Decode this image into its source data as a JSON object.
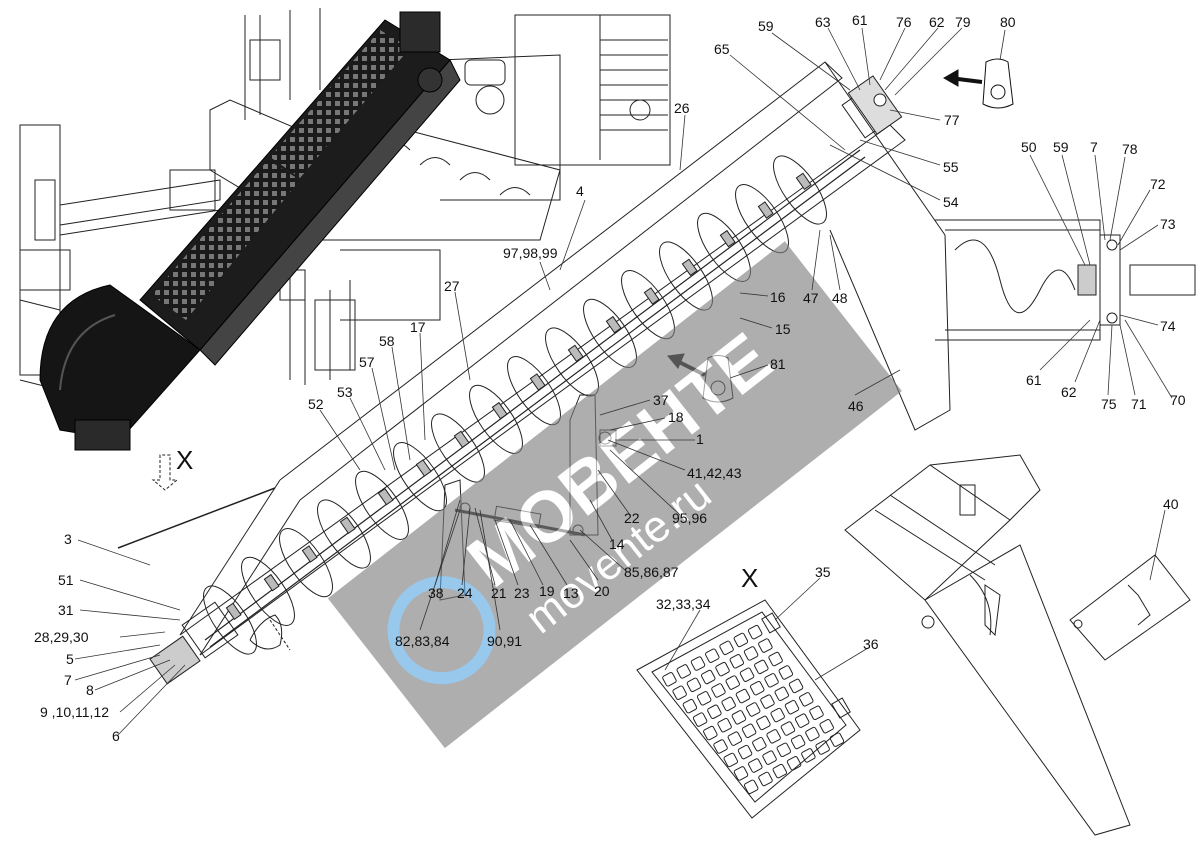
{
  "view_marker": "X",
  "watermark": {
    "line1": "МОВЕНТЕ",
    "line2": "movente.ru"
  },
  "labels": {
    "l3": "3",
    "l51": "51",
    "l31": "31",
    "l28": "28,29,30",
    "l5": "5",
    "l7": "7",
    "l8": "8",
    "l9": "9 ,10,11,12",
    "l6": "6",
    "l52": "52",
    "l53": "53",
    "l57": "57",
    "l58": "58",
    "l17": "17",
    "l27": "27",
    "l97": "97,98,99",
    "l4": "4",
    "l26": "26",
    "l65": "65",
    "l59a": "59",
    "l63": "63",
    "l61a": "61",
    "l76": "76",
    "l62a": "62",
    "l79": "79",
    "l80": "80",
    "l77": "77",
    "l55": "55",
    "l54": "54",
    "l16": "16",
    "l15": "15",
    "l47": "47",
    "l48": "48",
    "l46": "46",
    "l81": "81",
    "l37": "37",
    "l18": "18",
    "l1": "1",
    "l41": "41,42,43",
    "l22": "22",
    "l95": "95,96",
    "l14": "14",
    "l85": "85,86,87",
    "l20": "20",
    "l38": "38",
    "l24": "24",
    "l21": "21",
    "l23": "23",
    "l19": "19",
    "l13": "13",
    "l82": "82,83,84",
    "l90": "90,91",
    "l50": "50",
    "l59b": "59",
    "l7b": "7",
    "l78": "78",
    "l72": "72",
    "l73": "73",
    "l74": "74",
    "l61b": "61",
    "l62b": "62",
    "l75": "75",
    "l71": "71",
    "l70": "70",
    "l35": "35",
    "l32": "32,33,34",
    "l36": "36",
    "l40": "40"
  }
}
